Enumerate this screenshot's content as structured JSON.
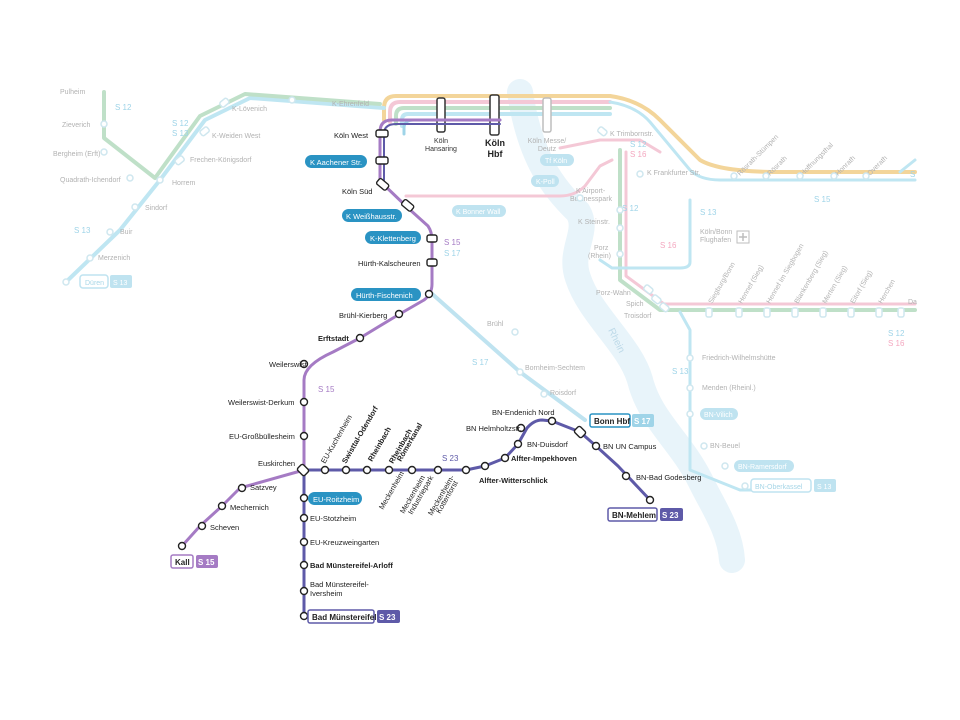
{
  "colors": {
    "s15": "#a57bc4",
    "s23": "#5e5aa8",
    "s17_faded": "#bfe3f0",
    "s12_faded": "#bfe0c8",
    "s13_faded": "#bfe6f2",
    "s16_faded": "#f4c8d6",
    "s11_faded": "#f3d59a",
    "rhine": "#e8f4fa",
    "accent_blue": "#2a93c3",
    "faded_text": "#b2b2b2"
  },
  "lines": {
    "s15": "S 15",
    "s17": "S 17",
    "s23": "S 23",
    "s12": "S 12",
    "s13": "S 13",
    "s16": "S 16"
  },
  "river": "Rhein",
  "stations": {
    "koeln_west": "Köln West",
    "k_aachener": "K Aachener Str.",
    "koeln_sued": "Köln Süd",
    "k_weisshaus": "K Weißhausstr.",
    "k_klettenberg": "K-Klettenberg",
    "huerth_kalscheuren": "Hürth-Kalscheuren",
    "huerth_fischenich": "Hürth-Fischenich",
    "bruehl_kierberg": "Brühl-Kierberg",
    "erftstadt": "Erftstadt",
    "weilerswist": "Weilerswist",
    "weilerswist_derkum": "Weilerswist-Derkum",
    "eu_grossbuellesheim": "EU-Großbüllesheim",
    "euskirchen": "Euskirchen",
    "satzvey": "Satzvey",
    "mechernich": "Mechernich",
    "scheven": "Scheven",
    "kall": "Kall",
    "eu_roitzheim": "EU-Roitzheim",
    "eu_stotzheim": "EU-Stotzheim",
    "eu_kreuzweingarten": "EU-Kreuzweingarten",
    "bad_muenstereifel_arloff": "Bad Münstereifel-Arloff",
    "bad_muenstereifel_iversheim_1": "Bad Münstereifel-",
    "bad_muenstereifel_iversheim_2": "Iversheim",
    "bad_muenstereifel": "Bad Münstereifel",
    "eu_kuchenheim": "EU-Kuchenheim",
    "swisttal_odendorf": "Swisttal-Odendorf",
    "rheinbach": "Rheinbach",
    "rheinbach_roemerkanal_1": "Rheinbach",
    "rheinbach_roemerkanal_2": "Römerkanal",
    "meckenheim": "Meckenheim",
    "meckenheim_industriepark_1": "Meckenheim",
    "meckenheim_industriepark_2": "Industriepark",
    "meckenheim_kottenforst_1": "Meckenheim-",
    "meckenheim_kottenforst_2": "Kottenforst",
    "alfter_witterschlick": "Alfter-Witterschlick",
    "alfter_impekhoven": "Alfter-Impekhoven",
    "bn_duisdorf": "BN-Duisdorf",
    "bn_helmholtzstr": "BN Helmholtzstr.",
    "bn_endenich_nord": "BN-Endenich Nord",
    "bonn_hbf": "Bonn Hbf",
    "bn_un_campus": "BN UN Campus",
    "bn_bad_godesberg": "BN-Bad Godesberg",
    "bn_mehlem": "BN-Mehlem",
    "koeln_hansaring_1": "Köln",
    "koeln_hansaring_2": "Hansaring",
    "koeln_hbf_1": "Köln",
    "koeln_hbf_2": "Hbf",
    "koeln_messe_1": "Köln Messe/",
    "koeln_messe_2": "Deutz"
  },
  "faded_stations": {
    "k_loevenich": "K-Lövenich",
    "k_ehrenfeld": "K-Ehrenfeld",
    "zieverich": "Zieverich",
    "bergheim": "Bergheim (Erft)",
    "quadrath": "Quadrath-Ichendorf",
    "k_weiden_west": "K-Weiden West",
    "frechen": "Frechen-Königsdorf",
    "horrem": "Horrem",
    "sindorf": "Sindorf",
    "buir": "Buir",
    "merzenich": "Merzenich",
    "dueren": "Düren",
    "k_trimbornstr": "K Trimbornstr.",
    "tf_koeln": "Tf Köln",
    "k_poll": "K-Poll",
    "k_airport_1": "K Airport-",
    "k_airport_2": "Businesspark",
    "k_steinstr": "K Steinstr.",
    "porz_1": "Porz",
    "porz_2": "(Rhein)",
    "k_bonner_wall": "K Bonner Wall",
    "k_frankfurter": "K Frankfurter Str.",
    "rosrath_stuempen": "Rösrath-Stümpen",
    "rosrath": "Rösrath",
    "hoffnungsthal": "Hoffnungsthal",
    "honrath": "Honrath",
    "overath": "Overath",
    "flughafen_1": "Köln/Bonn",
    "flughafen_2": "Flughafen",
    "porz_wahn": "Porz-Wahn",
    "spich": "Spich",
    "troisdorf": "Troisdorf",
    "siegburg": "Siegburg/Bonn",
    "hennef": "Hennef (Sieg)",
    "hennef_im_siegbogen": "Hennef Im Siegbogen",
    "blankenberg": "Blankenberg (Sieg)",
    "merten": "Merten (Sieg)",
    "eitorf": "Eitorf (Sieg)",
    "herchen": "Herchen",
    "bruehl": "Brühl",
    "bornheim_sechtem": "Bornheim-Sechtem",
    "roisdorf": "Roisdorf",
    "friedrich_wilhelms": "Friedrich-Wilhelmshütte",
    "menden": "Menden (Rheinl.)",
    "bn_vilich": "BN-Vilich",
    "bn_beuel": "BN-Beuel",
    "bn_ramersdorf": "BN-Ramersdorf",
    "bn_oberkassel": "BN-Oberkassel",
    "partial_top": "Pulheim",
    "partial_right_1": "Da",
    "partial_right_2": "S"
  }
}
